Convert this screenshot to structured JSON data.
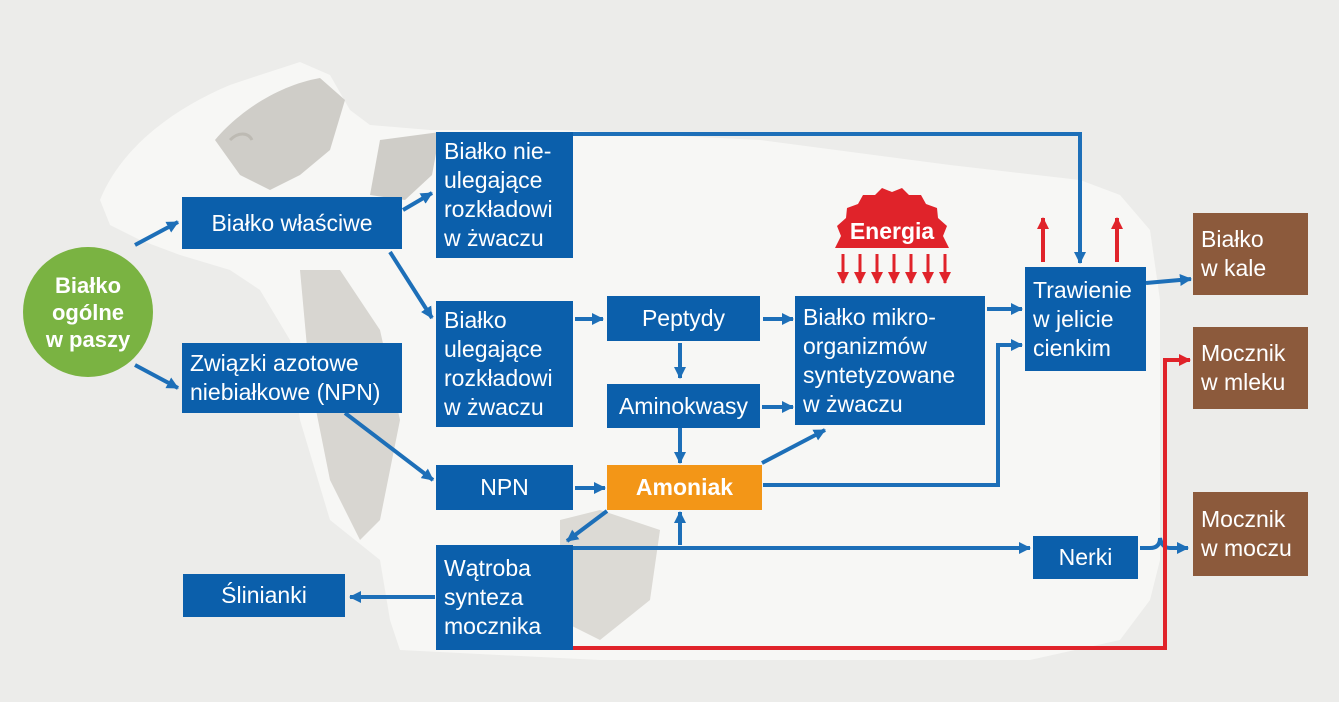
{
  "nodes": {
    "source": [
      "Białko",
      "ogólne",
      "w paszy"
    ],
    "true_protein": [
      "Białko właściwe"
    ],
    "npn_compounds": [
      "Związki azotowe",
      "niebiałkowe (NPN)"
    ],
    "undegradable": [
      "Białko nie-",
      "ulegające",
      "rozkładowi",
      "w żwaczu"
    ],
    "degradable": [
      "Białko",
      "ulegające",
      "rozkładowi",
      "w żwaczu"
    ],
    "peptides": [
      "Peptydy"
    ],
    "amino_acids": [
      "Aminokwasy"
    ],
    "npn": [
      "NPN"
    ],
    "ammonia": [
      "Amoniak"
    ],
    "microbial": [
      "Białko mikro-",
      "organizmów",
      "syntetyzowane",
      "w żwaczu"
    ],
    "energy": "Energia",
    "digestion": [
      "Trawienie",
      "w jelicie",
      "cienkim"
    ],
    "liver": [
      "Wątroba",
      "synteza",
      "mocznika"
    ],
    "salivary": [
      "Ślinianki"
    ],
    "kidneys": [
      "Nerki"
    ],
    "fecal_protein": [
      "Białko",
      "w kale"
    ],
    "milk_urea": [
      "Mocznik",
      "w mleku"
    ],
    "urine_urea": [
      "Mocznik",
      "w moczu"
    ]
  },
  "colors": {
    "background": "#ececea",
    "cow_silhouette": "#f7f7f5",
    "cow_patches": "#cfcdc8",
    "node_blue": "#0b5fab",
    "arrow_blue": "#1d6fb8",
    "source_green": "#7ab342",
    "ammonia_orange": "#f39617",
    "output_brown": "#8c5a3c",
    "urea_red": "#e0232a"
  }
}
